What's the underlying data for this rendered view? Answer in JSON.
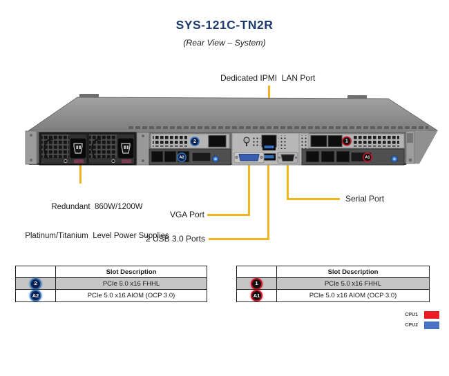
{
  "title": "SYS-121C-TN2R",
  "subtitle": "(Rear View – System)",
  "callouts": {
    "ipmi": "Dedicated IPMI  LAN Port",
    "psu_line1": "Redundant  860W/1200W",
    "psu_line2": "Platinum/Titanium  Level Power Supplies",
    "vga": "VGA Port",
    "usb": "2 USB 3.0 Ports",
    "serial": "Serial Port"
  },
  "server": {
    "badges": {
      "slot2": "2",
      "aiom2": "A2",
      "slot1": "1",
      "aiom1": "A1"
    }
  },
  "tables": {
    "left": {
      "header": "Slot Description",
      "rows": [
        {
          "badge": "2",
          "desc": "PCIe 5.0 x16 FHHL"
        },
        {
          "badge": "A2",
          "desc": "PCIe 5.0 x16 AIOM (OCP 3.0)"
        }
      ]
    },
    "right": {
      "header": "Slot Description",
      "rows": [
        {
          "badge": "1",
          "desc": "PCIe 5.0 x16 FHHL"
        },
        {
          "badge": "A1",
          "desc": "PCIe 5.0 x16 AIOM (OCP 3.0)"
        }
      ]
    }
  },
  "legend": {
    "items": [
      {
        "label": "CPU1",
        "color": "#ec1c24"
      },
      {
        "label": "CPU2",
        "color": "#4a72c4"
      }
    ]
  },
  "colors": {
    "leader_line": "#f0b41e",
    "title_navy": "#1e3a6e",
    "badge_blue_fill": "#0c1f4e",
    "badge_blue_ring": "#2f73b8",
    "badge_red_fill": "#141414",
    "badge_red_ring": "#d01020",
    "table_row_gray": "#c6c6c6"
  }
}
